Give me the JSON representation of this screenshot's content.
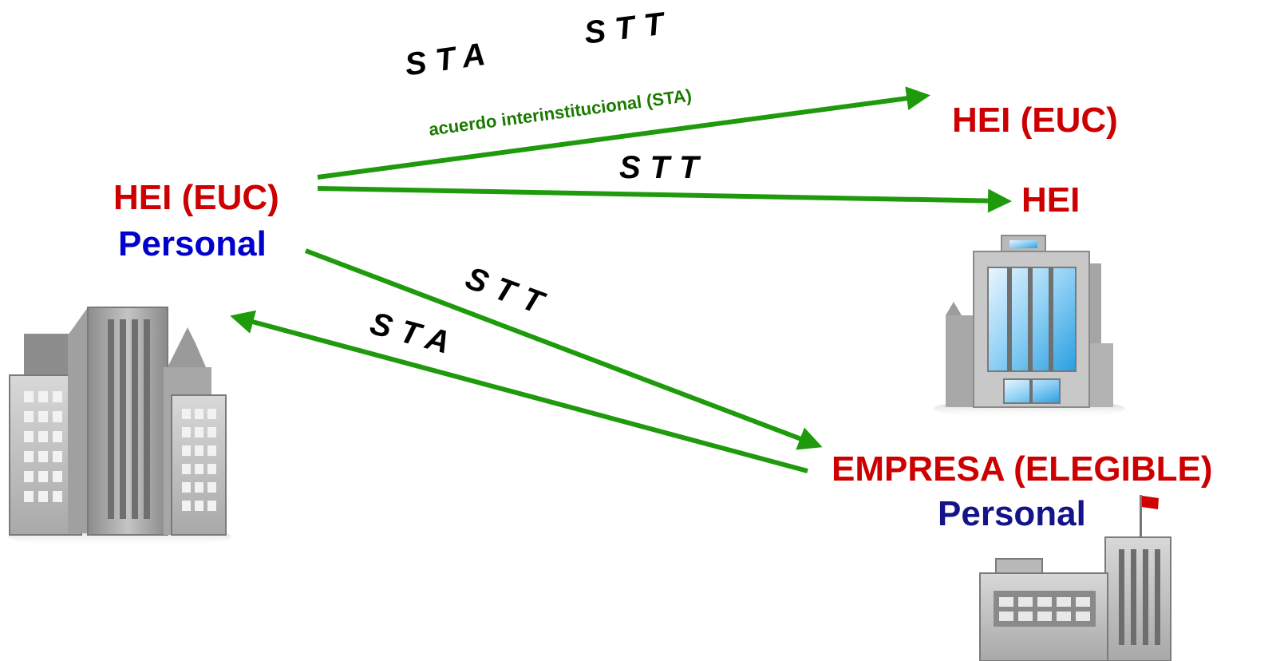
{
  "colors": {
    "arrow": "#1f9a0c",
    "institution": "#cc0000",
    "personal_left": "#0000cc",
    "personal_right": "#14148a",
    "note": "#1a7a00"
  },
  "nodes": {
    "left_org": "HEI (EUC)",
    "left_personal": "Personal",
    "right_top_org": "HEI (EUC)",
    "right_mid_org": "HEI",
    "right_bottom_org": "EMPRESA (ELEGIBLE)",
    "right_bottom_personal": "Personal"
  },
  "links": {
    "top_sta": "STA",
    "top_stt": "STT",
    "agreement": "acuerdo interinstitucional (STA)",
    "mid_stt": "STT",
    "lower_stt": "STT",
    "lower_sta": "STA"
  },
  "icons": {
    "left_building": "city-buildings-icon",
    "right_building": "glass-office-building-icon",
    "company_building": "factory-with-flag-icon"
  }
}
